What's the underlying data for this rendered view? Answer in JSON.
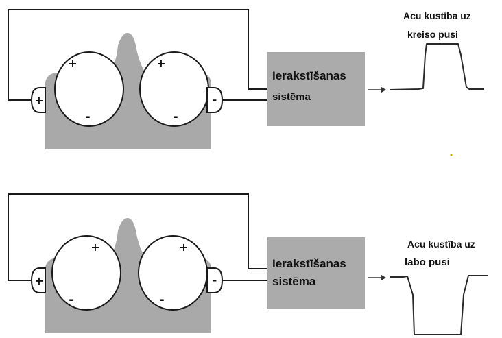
{
  "panels": [
    {
      "id": "left",
      "recorder_line1": "Ierakstīšanas",
      "recorder_line2": "sistēma",
      "caption_line1": "Acu kustība uz",
      "caption_line2": "kreiso pusi",
      "left_electrode_sign": "+",
      "right_electrode_sign": "-",
      "left_eye_top_sign": "+",
      "left_eye_bottom_sign": "-",
      "right_eye_top_sign": "+",
      "right_eye_bottom_sign": "-",
      "trace_direction": "up"
    },
    {
      "id": "right",
      "recorder_line1": "Ierakstīšanas",
      "recorder_line2": "sistēma",
      "caption_line1": "Acu kustība uz",
      "caption_line2": "labo pusi",
      "left_electrode_sign": "+",
      "right_electrode_sign": "-",
      "left_eye_top_sign": "+",
      "left_eye_bottom_sign": "-",
      "right_eye_top_sign": "+",
      "right_eye_bottom_sign": "-",
      "trace_direction": "down"
    }
  ],
  "colors": {
    "head_silhouette": "#a9a9a9",
    "recorder_box": "#ababab",
    "wire": "#1a1a1a",
    "eye_fill": "#ffffff",
    "trace": "#2a2a2a"
  }
}
